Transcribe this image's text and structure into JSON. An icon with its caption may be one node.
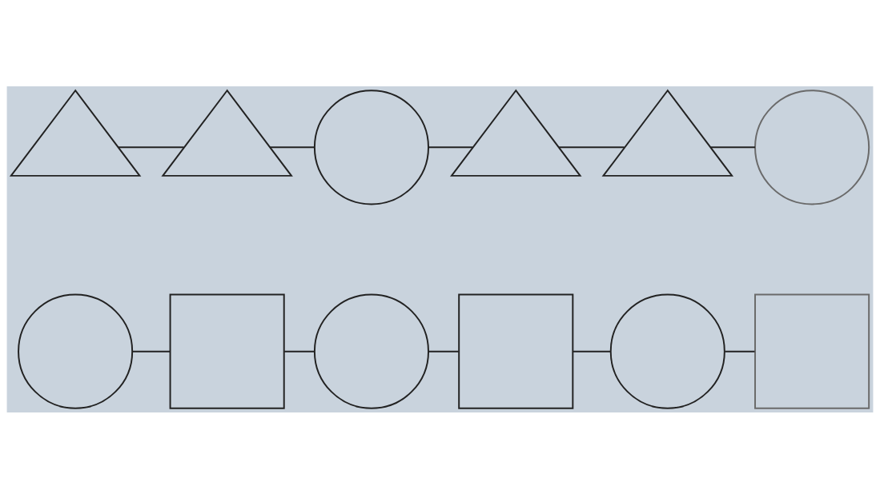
{
  "diagram": {
    "nodes": [
      {
        "text": [],
        "shape": "circle"
      },
      {
        "text": [],
        "shape": "box"
      },
      {
        "text": [],
        "shape": "circle"
      },
      {
        "text": [],
        "shape": "box"
      },
      {
        "text": [],
        "shape": "circle"
      },
      {
        "text": [],
        "shape": "box"
      },
      {
        "text": [],
        "shape": "triangle"
      },
      {
        "text": [],
        "shape": "triangle"
      },
      {
        "text": [],
        "shape": "circle"
      },
      {
        "text": [],
        "shape": "triangle"
      },
      {
        "text": [],
        "shape": "triangle"
      },
      {
        "text": [],
        "shape": "circle"
      }
    ],
    "edges": [
      {
        "from": 0,
        "to": 1,
        "arrow": "none"
      },
      {
        "from": 1,
        "to": 2,
        "arrow": "none"
      },
      {
        "from": 2,
        "to": 3,
        "arrow": "none"
      },
      {
        "from": 3,
        "to": 4,
        "arrow": "none"
      },
      {
        "from": 4,
        "to": 5,
        "arrow": "none"
      },
      {
        "from": 6,
        "to": 7,
        "arrow": "none"
      },
      {
        "from": 7,
        "to": 8,
        "arrow": "none"
      },
      {
        "from": 8,
        "to": 9,
        "arrow": "none"
      },
      {
        "from": 9,
        "to": 10,
        "arrow": "none"
      },
      {
        "from": 10,
        "to": 11,
        "arrow": "none"
      }
    ]
  }
}
